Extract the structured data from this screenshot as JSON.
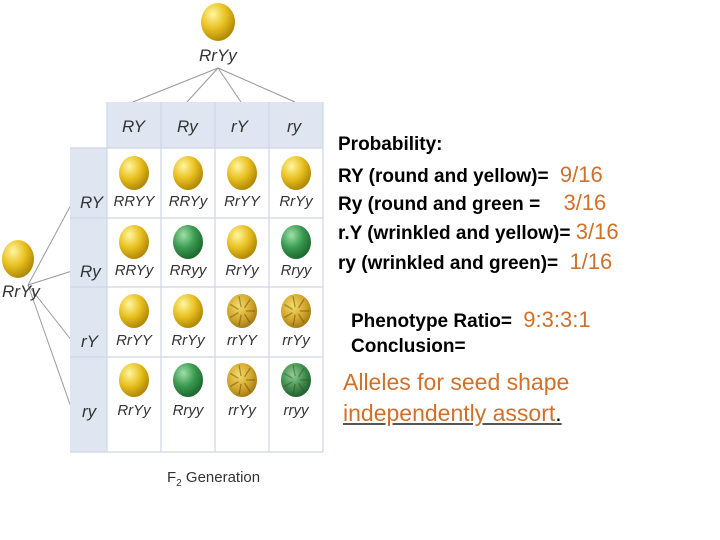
{
  "parent_top": "RrYy",
  "parent_left": "RrYy",
  "gametes_top": [
    "RY",
    "Ry",
    "rY",
    "ry"
  ],
  "gametes_left": [
    "RY",
    "Ry",
    "rY",
    "ry"
  ],
  "grid": [
    [
      {
        "g": "RRYY",
        "seed": "yellow"
      },
      {
        "g": "RRYy",
        "seed": "yellow"
      },
      {
        "g": "RrYY",
        "seed": "yellow"
      },
      {
        "g": "RrYy",
        "seed": "yellow"
      }
    ],
    [
      {
        "g": "RRYy",
        "seed": "yellow"
      },
      {
        "g": "RRyy",
        "seed": "green"
      },
      {
        "g": "RrYy",
        "seed": "yellow"
      },
      {
        "g": "Rryy",
        "seed": "green"
      }
    ],
    [
      {
        "g": "RrYY",
        "seed": "yellow"
      },
      {
        "g": "RrYy",
        "seed": "yellow"
      },
      {
        "g": "rrYY",
        "seed": "wrinkled-yellow"
      },
      {
        "g": "rrYy",
        "seed": "wrinkled-yellow"
      }
    ],
    [
      {
        "g": "RrYy",
        "seed": "yellow"
      },
      {
        "g": "Rryy",
        "seed": "green"
      },
      {
        "g": "rrYy",
        "seed": "wrinkled-yellow"
      },
      {
        "g": "rryy",
        "seed": "wrinkled-green"
      }
    ]
  ],
  "generation_label": "F",
  "generation_sub": "2",
  "generation_suffix": " Generation",
  "probability": {
    "heading": "Probability:",
    "rows": [
      {
        "label": "RY (round and yellow)=",
        "answer": "9/16"
      },
      {
        "label": "Ry (round and green =",
        "answer": "3/16"
      },
      {
        "label": "r.Y  (wrinkled and yellow)=",
        "answer": "3/16"
      },
      {
        "label": "ry (wrinkled and green)=",
        "answer": "1/16"
      }
    ]
  },
  "ratio": {
    "label": "Phenotype Ratio=",
    "answer": "9:3:3:1"
  },
  "conclusion": {
    "label": "Conclusion=",
    "line1": "Alleles for seed shape",
    "line2": "independently assort",
    "period": "."
  },
  "colors": {
    "yellow": "#e8c020",
    "green": "#3a9a50",
    "wrinkled_yellow": "#d9b030",
    "wrinkled_green": "#3b8a4a",
    "header_bg": "#dfe6f2",
    "accent": "#d0702a"
  }
}
